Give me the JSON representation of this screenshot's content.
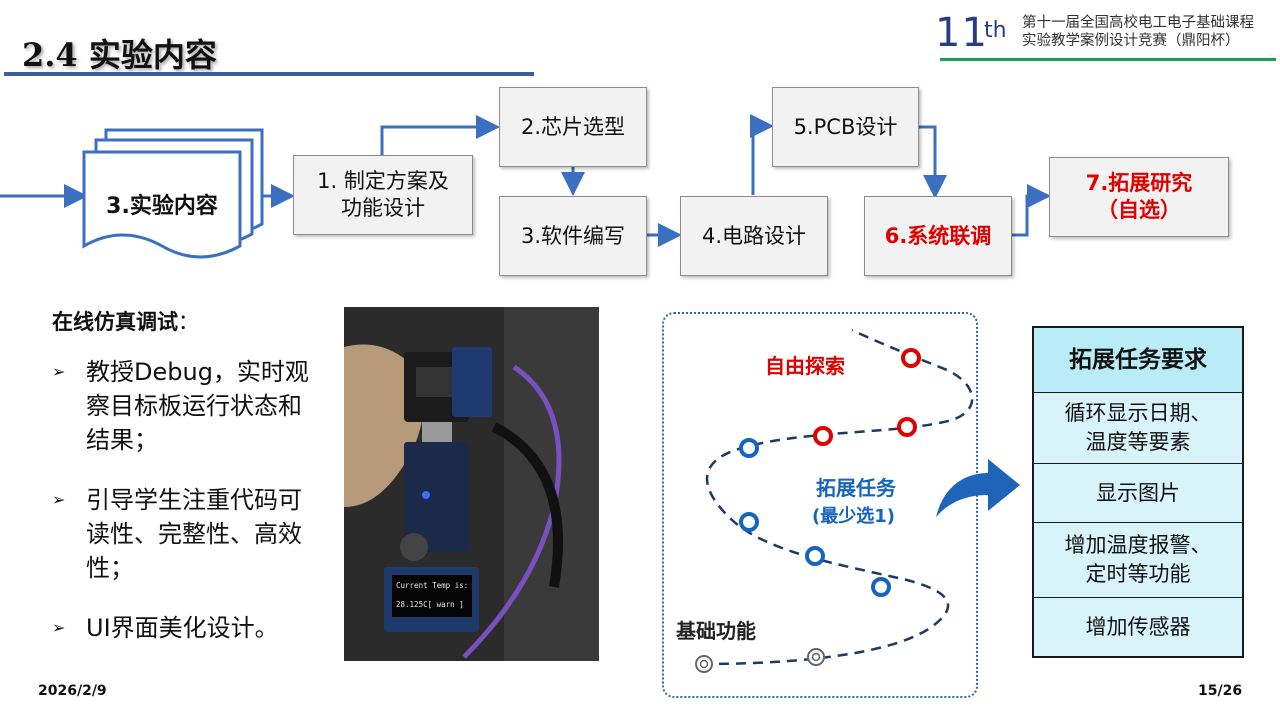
{
  "header": {
    "title": "2.4 实验内容",
    "badge_number": "11",
    "badge_sup": "th",
    "badge_line1": "第十一届全国高校电工电子基础课程",
    "badge_line2": "实验教学案例设计竞赛（鼎阳杯）"
  },
  "flow": {
    "doc_label": "3.实验内容",
    "step1_line1": "1. 制定方案及",
    "step1_line2": "功能设计",
    "step2": "2.芯片选型",
    "step3": "3.软件编写",
    "step4": "4.电路设计",
    "step5": "5.PCB设计",
    "step6": "6.系统联调",
    "step7_line1": "7.拓展研究",
    "step7_line2": "（自选）"
  },
  "left": {
    "heading": "在线仿真调试",
    "heading_colon": "：",
    "bullet_marker": "➢",
    "bullets": [
      "教授Debug，实时观察目标板运行状态和结果；",
      "引导学生注重代码可读性、完整性、高效性；",
      "UI界面美化设计。"
    ]
  },
  "photo": {
    "oled_line1": "Current Temp is:",
    "oled_line2": "28.125C[ warn ]"
  },
  "path_diagram": {
    "label_free": "自由探索",
    "label_ext_line1": "拓展任务",
    "label_ext_line2": "(最少选1)",
    "label_basic": "基础功能"
  },
  "table": {
    "header": "拓展任务要求",
    "rows": [
      [
        "循环显示日期、",
        "温度等要素"
      ],
      [
        "显示图片"
      ],
      [
        "增加温度报警、",
        "定时等功能"
      ],
      [
        "增加传感器"
      ]
    ]
  },
  "footer": {
    "date": "2026/2/9",
    "page": "15/26"
  },
  "colors": {
    "accent_blue": "#3b6fc0",
    "highlight_red": "#e00000",
    "table_bg": "#d9f3fb",
    "green_rule": "#18a05a"
  }
}
